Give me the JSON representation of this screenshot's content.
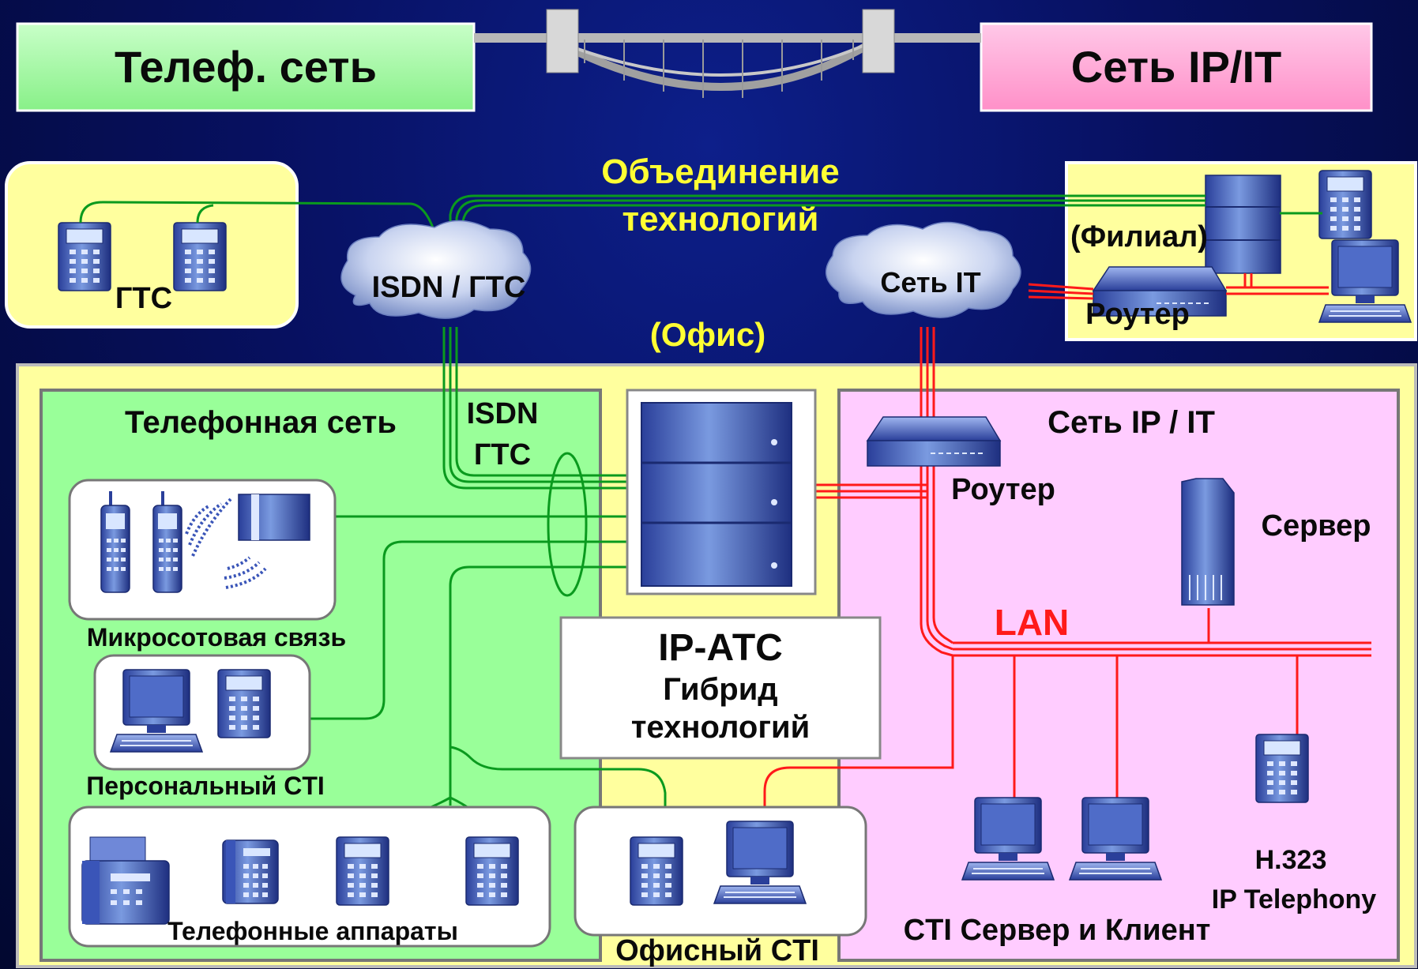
{
  "header": {
    "left_title": "Телеф. сеть",
    "right_title": "Сеть IP/IT",
    "convergence_line1": "Объединение",
    "convergence_line2": "технологий"
  },
  "labels": {
    "gts": "ГТС",
    "isdn_gts_cloud": "ISDN / ГТС",
    "it_cloud": "Сеть IT",
    "branch": "(Филиал)",
    "router_branch": "Роутер",
    "office": "(Офис)",
    "phone_network": "Телефонная сеть",
    "isdn_line1": "ISDN",
    "isdn_line2": "ГТС",
    "ip_network": "Сеть IP / IT",
    "router_office": "Роутер",
    "server": "Сервер",
    "lan": "LAN",
    "ipatc_line1": "IP-АТС",
    "ipatc_line2": "Гибрид",
    "ipatc_line3": "технологий",
    "microcell": "Микросотовая связь",
    "personal_cti": "Персональный CTI",
    "phones": "Телефонные аппараты",
    "office_cti": "Офисный CTI",
    "cti_server_client": "CTI Сервер и Клиент",
    "h323_line1": "H.323",
    "h323_line2": "IP Telephony"
  },
  "colors": {
    "phone_green": "#0a9a1e",
    "ip_red": "#ff1a1a",
    "yellow_panel": "#ffff9e",
    "green_panel": "#99ff99",
    "pink_panel": "#ffccff",
    "title_yellow": "#ffff33"
  }
}
